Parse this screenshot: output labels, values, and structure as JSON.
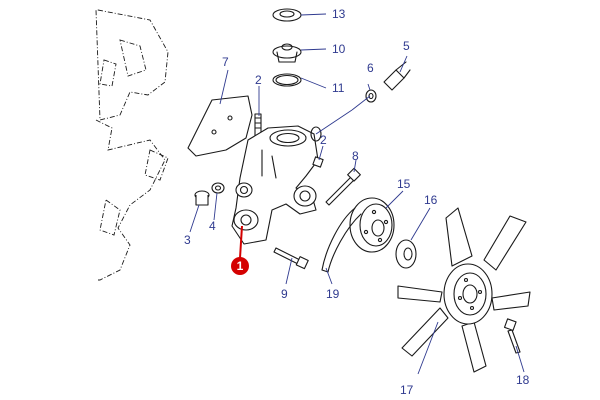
{
  "colors": {
    "callout_text": "#2f3a8f",
    "highlight": "#d40000",
    "line_art": "#1a1a1a",
    "background": "#ffffff"
  },
  "callouts": {
    "p1": "1",
    "p2a": "2",
    "p2b": "2",
    "p3": "3",
    "p4": "4",
    "p5": "5",
    "p6": "6",
    "p7": "7",
    "p8": "8",
    "p9": "9",
    "p10": "10",
    "p11": "11",
    "p13": "13",
    "p15": "15",
    "p16": "16",
    "p17": "17",
    "p18": "18",
    "p19": "19"
  }
}
